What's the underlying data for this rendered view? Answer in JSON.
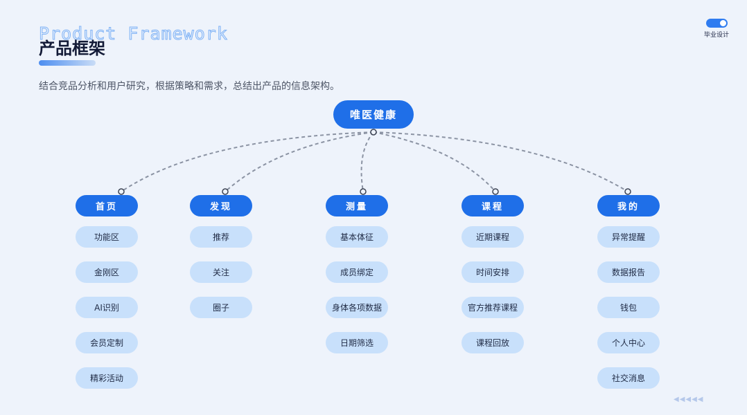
{
  "header": {
    "title_en": "Product Framework",
    "title_cn": "产品框架",
    "subtitle": "结合竞品分析和用户研究，根据策略和需求，总结出产品的信息架构。",
    "badge_label": "毕业设计"
  },
  "colors": {
    "primary": "#1f6fe8",
    "leaf_bg": "#c8e0fb",
    "background": "#eef3fb",
    "connector": "#8b93a3"
  },
  "icons": {
    "toggle": "toggle-switch-icon",
    "decor": "triangle-left-arrows-icon"
  },
  "tree": {
    "root": "唯医健康",
    "categories": [
      {
        "label": "首页",
        "items": [
          "功能区",
          "金刚区",
          "AI识别",
          "会员定制",
          "精彩活动"
        ]
      },
      {
        "label": "发现",
        "items": [
          "推荐",
          "关注",
          "圈子"
        ]
      },
      {
        "label": "测量",
        "items": [
          "基本体征",
          "成员绑定",
          "身体各项数据",
          "日期筛选"
        ]
      },
      {
        "label": "课程",
        "items": [
          "近期课程",
          "时间安排",
          "官方推荐课程",
          "课程回放"
        ]
      },
      {
        "label": "我的",
        "items": [
          "异常提醒",
          "数据报告",
          "钱包",
          "个人中心",
          "社交消息"
        ]
      }
    ]
  },
  "decor": {
    "arrows": "◀◀◀◀◀"
  }
}
